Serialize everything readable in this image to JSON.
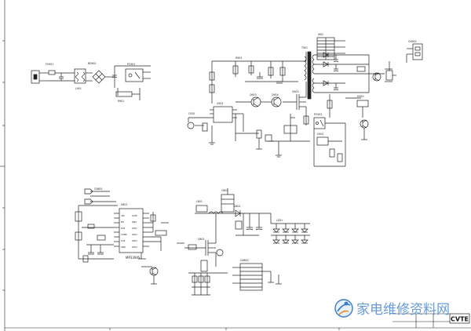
{
  "sheet": {
    "input_section": {
      "fuse_label": "FU901",
      "bridge_label": "BD901",
      "opto_label": "PC901"
    },
    "primary": {
      "pwm_label": "Q901",
      "mosfet_label": "Q902",
      "transformer_label": "T901",
      "output_label": "J902",
      "opto_label": "PC902",
      "regulator_label": "U902"
    },
    "controller": {
      "ic_label": "U801",
      "ic_part": "MP3394S",
      "connector_label": "CN801"
    },
    "driver": {
      "switch_label": "Q801",
      "diode_label": "D801",
      "connector_label": "CN802"
    }
  },
  "logo": {
    "text": "CVTE"
  },
  "watermark": {
    "text": "家电维修资料网"
  }
}
